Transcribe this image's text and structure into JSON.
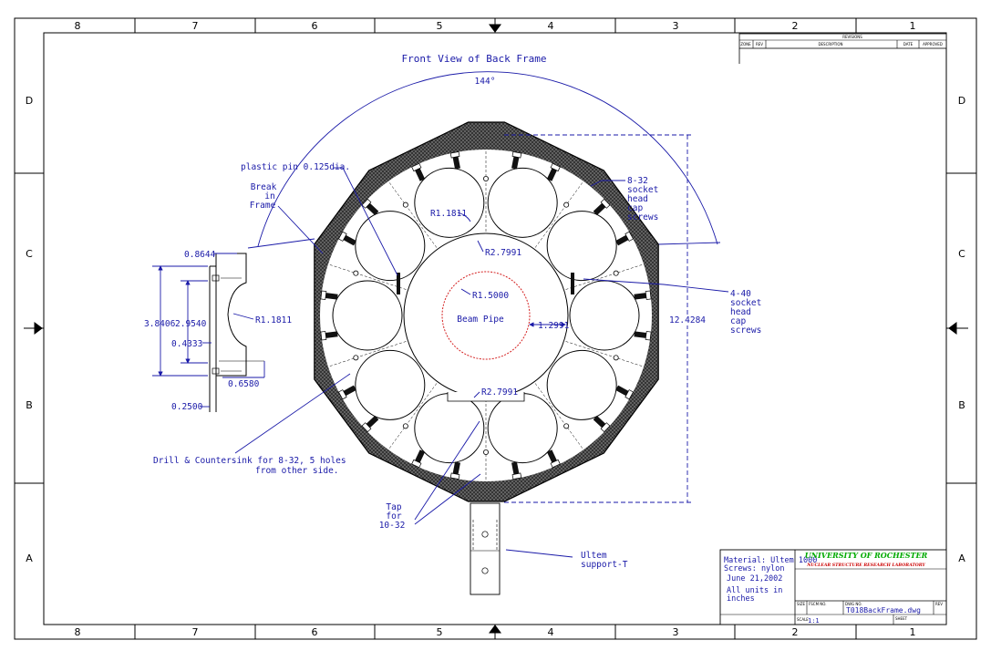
{
  "drawing": {
    "title": "Front View of Back Frame",
    "angle_label": "144°",
    "zone_cols": [
      "8",
      "7",
      "6",
      "5",
      "4",
      "3",
      "2",
      "1"
    ],
    "zone_rows": [
      "D",
      "C",
      "B",
      "A"
    ],
    "labels": {
      "plastic_pin": "plastic pin 0.125dia.",
      "break_in_frame": [
        "Break",
        "in",
        "Frame"
      ],
      "socket_8_32": [
        "8-32",
        "socket",
        "head",
        "cap",
        "screws"
      ],
      "socket_4_40": [
        "4-40",
        "socket",
        "head",
        "cap",
        "screws"
      ],
      "r_1811_top": "R1.1811",
      "r_2799_top": "R2.7991",
      "r_15": "R1.5000",
      "beam_pipe": "Beam Pipe",
      "dim_12991": "1.2991",
      "dim_124284": "12.4284",
      "r_2799_bottom": "R2.7991",
      "drill": [
        "Drill & Countersink for 8-32, 5 holes",
        "from other side."
      ],
      "tap": [
        "Tap",
        "for",
        "10-32"
      ],
      "ultem": [
        "Ultem",
        "support-T"
      ],
      "side_08644": "0.8644",
      "side_38406": "3.8406",
      "side_29540": "2.9540",
      "side_04333": "0.4333",
      "side_r1811": "R1.1811",
      "side_06580": "0.6580",
      "side_02500": "0.2500"
    }
  },
  "revision_block": {
    "header": "REVISIONS",
    "columns": [
      "ZONE",
      "REV",
      "DESCRIPTION",
      "DATE",
      "APPROVED"
    ]
  },
  "title_block": {
    "notes": [
      "Material: Ultem 1000",
      "Screws: nylon",
      "June 21,2002",
      "All units in",
      "inches"
    ],
    "university": "UNIVERSITY OF ROCHESTER",
    "lab": "NUCLEAR STRUCTURE RESEARCH LABORATORY",
    "size_label": "SIZE",
    "fscm_label": "FSCM NO.",
    "dwg_label": "DWG NO.",
    "rev_label": "REV",
    "dwg_no": "T018BackFrame.dwg",
    "scale_label": "SCALE",
    "scale_value": "1:1",
    "sheet_label": "SHEET",
    "colors": {
      "university": "#00aa00",
      "lab": "#cc0000"
    }
  }
}
